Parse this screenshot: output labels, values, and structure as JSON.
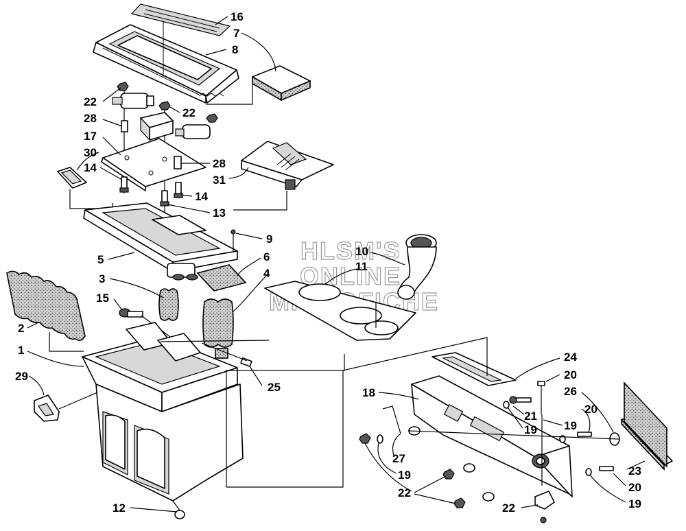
{
  "watermark": {
    "line1": "HLSM'S",
    "line2": "ONLINE",
    "line3": "MICROFICHE"
  },
  "callouts": [
    {
      "id": "c16",
      "text": "16"
    },
    {
      "id": "c7",
      "text": "7"
    },
    {
      "id": "c8",
      "text": "8"
    },
    {
      "id": "c22a",
      "text": "22"
    },
    {
      "id": "c22b",
      "text": "22"
    },
    {
      "id": "c28a",
      "text": "28"
    },
    {
      "id": "c17",
      "text": "17"
    },
    {
      "id": "c30",
      "text": "30"
    },
    {
      "id": "c28b",
      "text": "28"
    },
    {
      "id": "c14a",
      "text": "14"
    },
    {
      "id": "c31",
      "text": "31"
    },
    {
      "id": "c14b",
      "text": "14"
    },
    {
      "id": "c13",
      "text": "13"
    },
    {
      "id": "c9",
      "text": "9"
    },
    {
      "id": "c10",
      "text": "10"
    },
    {
      "id": "c11",
      "text": "11"
    },
    {
      "id": "c5",
      "text": "5"
    },
    {
      "id": "c6",
      "text": "6"
    },
    {
      "id": "c3",
      "text": "3"
    },
    {
      "id": "c4",
      "text": "4"
    },
    {
      "id": "c15",
      "text": "15"
    },
    {
      "id": "c2",
      "text": "2"
    },
    {
      "id": "c1",
      "text": "1"
    },
    {
      "id": "c25",
      "text": "25"
    },
    {
      "id": "c29",
      "text": "29"
    },
    {
      "id": "c24",
      "text": "24"
    },
    {
      "id": "c20a",
      "text": "20"
    },
    {
      "id": "c18",
      "text": "18"
    },
    {
      "id": "c26",
      "text": "26"
    },
    {
      "id": "c21",
      "text": "21"
    },
    {
      "id": "c20b",
      "text": "20"
    },
    {
      "id": "c19a",
      "text": "19"
    },
    {
      "id": "c19b",
      "text": "19"
    },
    {
      "id": "c27",
      "text": "27"
    },
    {
      "id": "c19c",
      "text": "19"
    },
    {
      "id": "c23",
      "text": "23"
    },
    {
      "id": "c20c",
      "text": "20"
    },
    {
      "id": "c22c",
      "text": "22"
    },
    {
      "id": "c19d",
      "text": "19"
    },
    {
      "id": "c12",
      "text": "12"
    },
    {
      "id": "c22d",
      "text": "22"
    }
  ]
}
